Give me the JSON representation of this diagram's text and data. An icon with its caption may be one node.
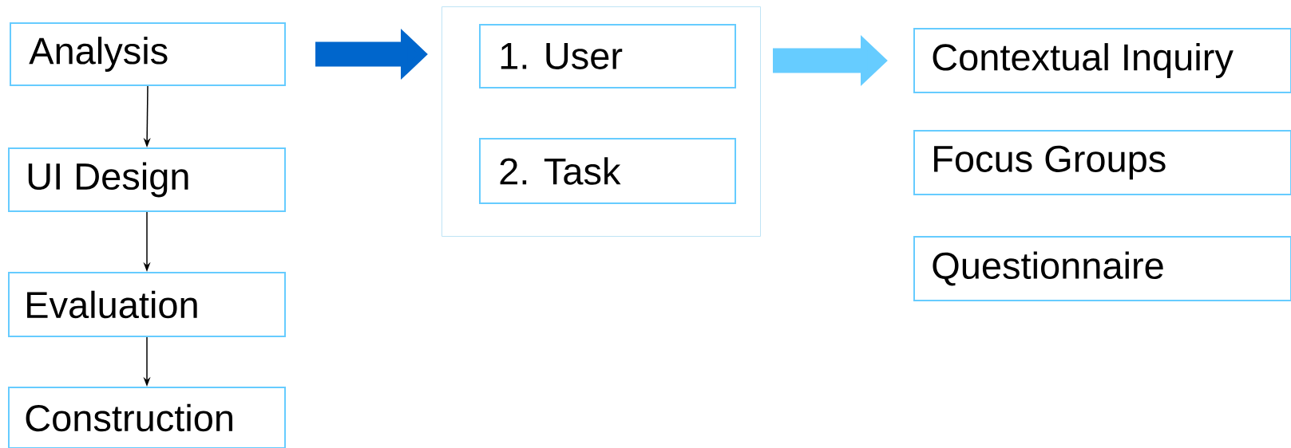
{
  "diagram": {
    "nodes": [
      {
        "text": [
          "Analysis"
        ]
      },
      {
        "text": [
          "UI Design"
        ]
      },
      {
        "text": [
          "Evaluation"
        ]
      },
      {
        "text": [
          "Construction"
        ]
      },
      {
        "text": [],
        "shape": "box"
      },
      {
        "text": [
          "1. User"
        ],
        "in": 4
      },
      {
        "text": [
          "2. Task"
        ],
        "in": 4
      },
      {
        "text": [
          "Contextual Inquiry"
        ]
      },
      {
        "text": [
          "Focus Groups"
        ]
      },
      {
        "text": [
          "Questionnaire"
        ]
      }
    ],
    "edges": [
      {
        "from": 0,
        "to": 1,
        "arrow": "to"
      },
      {
        "from": 1,
        "to": 2,
        "arrow": "to"
      },
      {
        "from": 2,
        "to": 3,
        "arrow": "to"
      },
      {
        "from": 0,
        "to": 4,
        "arrow": "to",
        "style": "thick",
        "color": "#0066cc"
      },
      {
        "from": 4,
        "to": 7,
        "arrow": "to",
        "style": "thick",
        "color": "#66ccff"
      }
    ]
  }
}
